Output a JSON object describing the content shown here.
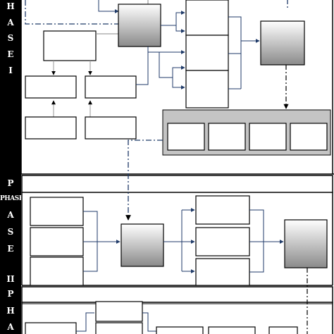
{
  "sidebar": {
    "phase1": [
      "H",
      "A",
      "S",
      "E",
      "I"
    ],
    "phase2": [
      "P",
      "PHASE",
      "A",
      "S",
      "E",
      "II"
    ],
    "phase3": [
      "P",
      "H",
      "A"
    ]
  },
  "colors": {
    "sidebar_bg": "#000000",
    "sidebar_text": "#ffffff",
    "line": "#1f3a68",
    "box_border": "#000000",
    "grad_top": "#ffffff",
    "grad_bottom": "#8a8a8a",
    "panel_bg": "#c4c4c4"
  }
}
